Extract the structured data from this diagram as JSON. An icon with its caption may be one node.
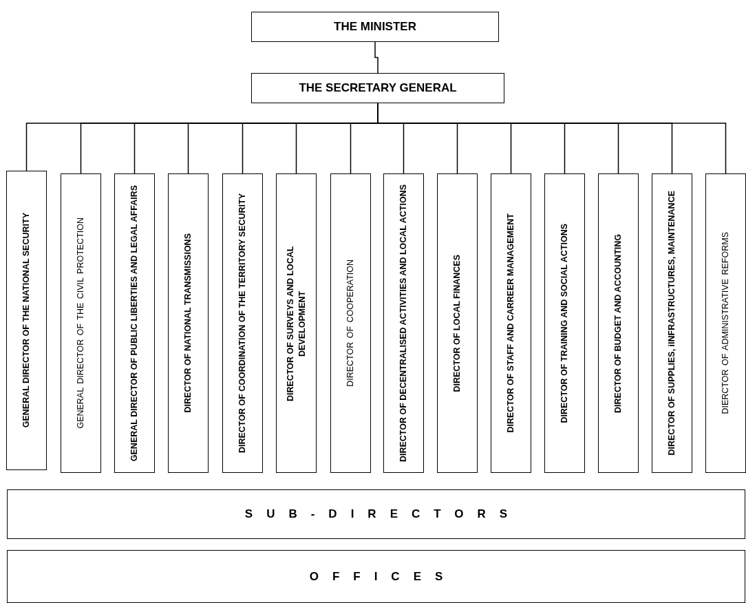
{
  "diagram": {
    "nodes": [
      {
        "text": [
          "THE MINISTER"
        ]
      },
      {
        "text": [
          "THE SECRETARY GENERAL"
        ]
      },
      {
        "text": [
          "GENERAL DIRECTOR OF THE NATIONAL SECURITY"
        ]
      },
      {
        "text": [
          "GENERAL DIRECTOR OF THE CIVIL PROTECTION"
        ]
      },
      {
        "text": [
          "GENERAL DIRECTOR OF PUBLIC LIBERTIES AND LEGAL AFFAIRS"
        ]
      },
      {
        "text": [
          "DIRECTOR OF NATIONAL TRANSMISSIONS"
        ]
      },
      {
        "text": [
          "DIRECTOR OF COORDINATION OF THE TERRITORY SECURITY"
        ]
      },
      {
        "text": [
          "DIRECTOR OF SURVEYS AND LOCAL DEVELOPMENT"
        ]
      },
      {
        "text": [
          "DIRECTOR OF COOPERATION"
        ]
      },
      {
        "text": [
          "DIRECTOR OF DECENTRALISED ACTIVITIES AND LOCAL ACTIONS"
        ]
      },
      {
        "text": [
          "DIRECTOR OF LOCAL FINANCES"
        ]
      },
      {
        "text": [
          "DIRECTOR OF STAFF AND CARREER MANAGEMENT"
        ]
      },
      {
        "text": [
          "DIRECTOR OF TRAINING AND SOCIAL ACTIONS"
        ]
      },
      {
        "text": [
          "DIRECTOR OF BUDGET AND ACCOUNTING"
        ]
      },
      {
        "text": [
          "DIRECTOR OF SUPPLIES, iINFRASTRUCTURES, MAINTENANCE"
        ]
      },
      {
        "text": [
          "DIERCTOR OF ADMINISTRATIVE REFORMS"
        ]
      },
      {
        "text": [
          "SUB-DIRECTORS"
        ]
      },
      {
        "text": [
          "OFFICES"
        ]
      }
    ],
    "edges": [
      {
        "from": 0,
        "to": 1,
        "arrow": "none"
      },
      {
        "from": 1,
        "to": 2,
        "arrow": "none"
      },
      {
        "from": 1,
        "to": 3,
        "arrow": "none"
      },
      {
        "from": 1,
        "to": 4,
        "arrow": "none"
      },
      {
        "from": 1,
        "to": 5,
        "arrow": "none"
      },
      {
        "from": 1,
        "to": 6,
        "arrow": "none"
      },
      {
        "from": 1,
        "to": 7,
        "arrow": "none"
      },
      {
        "from": 1,
        "to": 8,
        "arrow": "none"
      },
      {
        "from": 1,
        "to": 9,
        "arrow": "none"
      },
      {
        "from": 1,
        "to": 10,
        "arrow": "none"
      },
      {
        "from": 1,
        "to": 11,
        "arrow": "none"
      },
      {
        "from": 1,
        "to": 12,
        "arrow": "none"
      },
      {
        "from": 1,
        "to": 13,
        "arrow": "none"
      },
      {
        "from": 1,
        "to": 14,
        "arrow": "none"
      },
      {
        "from": 1,
        "to": 15,
        "arrow": "none"
      }
    ]
  }
}
